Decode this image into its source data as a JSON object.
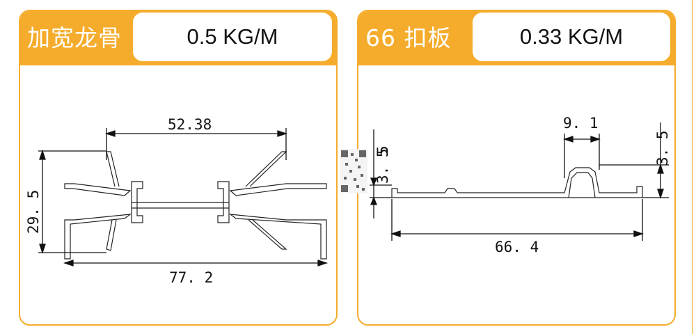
{
  "colors": {
    "accent": "#f5ac2c",
    "line": "#111111"
  },
  "left_card": {
    "name": "加宽龙骨",
    "weight": "0.5 KG/M",
    "dims": {
      "top_width": "52.38",
      "height": "29. 5",
      "bottom_width": "77. 2"
    }
  },
  "right_card": {
    "name": "66 扣板",
    "weight": "0.33 KG/M",
    "dims": {
      "left_height": "5",
      "left_height_digits": "3. 5",
      "top_width": "9. 1",
      "right_height": "3. 5",
      "bottom_width": "66. 4"
    }
  }
}
